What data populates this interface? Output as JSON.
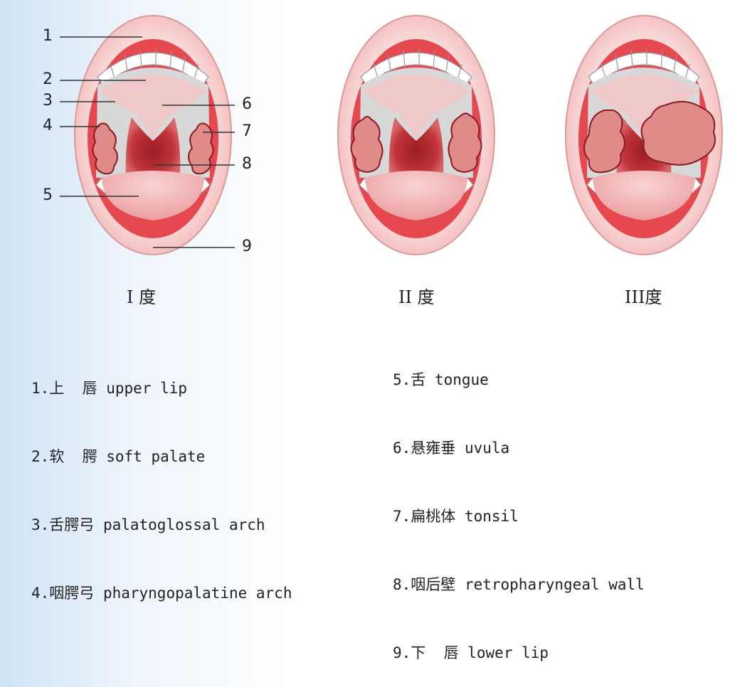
{
  "callouts": {
    "n1": "1",
    "n2": "2",
    "n3": "3",
    "n4": "4",
    "n5": "5",
    "n6": "6",
    "n7": "7",
    "n8": "8",
    "n9": "9"
  },
  "grades": {
    "grade1": "I 度",
    "grade2": "II 度",
    "grade3": "III度"
  },
  "legend_left": [
    {
      "num": "1.",
      "zh": "上  唇",
      "en": "upper lip"
    },
    {
      "num": "2.",
      "zh": "软  腭",
      "en": "soft palate"
    },
    {
      "num": "3.",
      "zh": "舌腭弓",
      "en": "palatoglossal arch"
    },
    {
      "num": "4.",
      "zh": "咽腭弓",
      "en": "pharyngopalatine arch"
    }
  ],
  "legend_right": [
    {
      "num": "5.",
      "zh": "舌",
      "en": "tongue"
    },
    {
      "num": "6.",
      "zh": "悬雍垂",
      "en": "uvula"
    },
    {
      "num": "7.",
      "zh": "扁桃体",
      "en": "tonsil"
    },
    {
      "num": "8.",
      "zh": "咽后壁",
      "en": "retropharyngeal wall"
    },
    {
      "num": "9.",
      "zh": "下  唇",
      "en": "lower lip"
    }
  ],
  "colors": {
    "lip": "#f7c3c3",
    "lip_edge": "#d99a9a",
    "throat": "#c0353b",
    "tonsil": "#e08a8a",
    "tonsil_edge": "#8a1a22",
    "tongue": "#f3b3b3",
    "palate": "#d8d8d8"
  }
}
